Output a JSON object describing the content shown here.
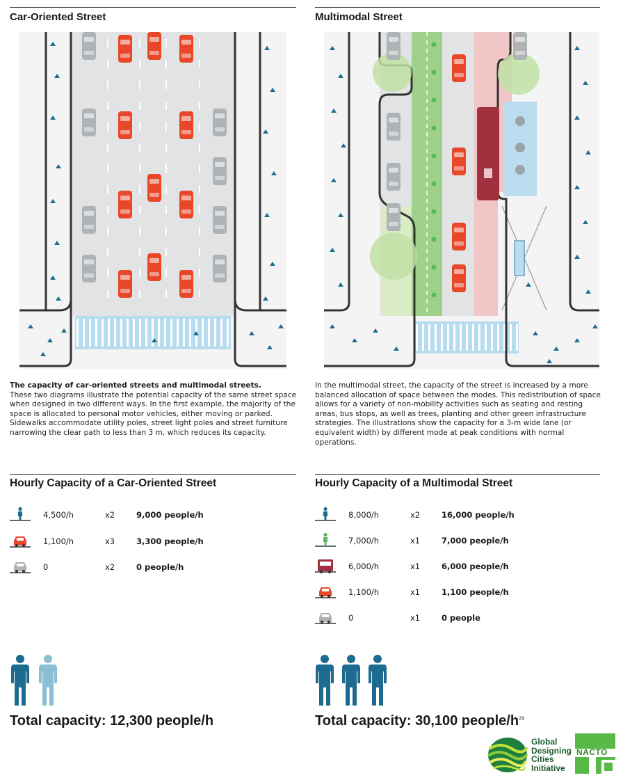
{
  "left": {
    "heading": "Car-Oriented Street",
    "caption_bold": "The capacity of car-oriented streets and multimodal streets.",
    "caption_body": "These two diagrams illustrate the potential capacity of the same street space when designed in two different ways. In the first example, the majority of the space is allocated to personal motor vehicles, either moving or parked. Sidewalks accommodate utility poles, street light poles and street furniture narrowing the clear path to less than 3 m, which reduces its capacity.",
    "capacity_title": "Hourly Capacity of a Car-Oriented Street",
    "rows": [
      {
        "mode": "pedestrian-icon",
        "rate": "4,500/h",
        "multiplier": "x2",
        "total": "9,000 people/h",
        "color": "#1d6c8f"
      },
      {
        "mode": "moving-car-icon",
        "rate": "1,100/h",
        "multiplier": "x3",
        "total": "3,300 people/h",
        "color": "#e8472a"
      },
      {
        "mode": "parked-car-icon",
        "rate": "0",
        "multiplier": "x2",
        "total": "0 people/h",
        "color": "#b0b3b5"
      }
    ],
    "total_label": "Total capacity: 12,300 people/h",
    "people_figures": 2
  },
  "right": {
    "heading": "Multimodal Street",
    "caption_body": "In the multimodal street, the capacity of the street is increased by a more balanced allocation of space between the modes. This redistribution of space allows for a variety of non-mobility activities such as seating and resting areas, bus stops, as well as trees, planting and other green infrastructure strategies. The illustrations show the capacity for a 3-m wide lane (or equivalent width) by different mode at peak conditions with normal operations.",
    "capacity_title": "Hourly Capacity of a Multimodal Street",
    "rows": [
      {
        "mode": "pedestrian-icon",
        "rate": "8,000/h",
        "multiplier": "x2",
        "total": "16,000 people/h",
        "color": "#1d6c8f"
      },
      {
        "mode": "cyclist-icon",
        "rate": "7,000/h",
        "multiplier": "x1",
        "total": "7,000 people/h",
        "color": "#5bb85c"
      },
      {
        "mode": "bus-icon",
        "rate": "6,000/h",
        "multiplier": "x1",
        "total": "6,000 people/h",
        "color": "#a3303f"
      },
      {
        "mode": "moving-car-icon",
        "rate": "1,100/h",
        "multiplier": "x1",
        "total": "1,100 people/h",
        "color": "#e8472a"
      },
      {
        "mode": "parked-car-icon",
        "rate": "0",
        "multiplier": "x1",
        "total": "0 people",
        "color": "#b0b3b5"
      }
    ],
    "total_label": "Total capacity: 30,100 people/h",
    "total_footnote": "29",
    "people_figures": 3
  },
  "logos": {
    "gdci_line1": "Global",
    "gdci_line2": "Designing",
    "gdci_line3": "Cities",
    "gdci_line4": "Initiative",
    "nacto": "NACTO"
  },
  "colors": {
    "pedestrian": "#1d6c8f",
    "pedestrian_light": "#8bbfd3",
    "car": "#e8472a",
    "parked_car": "#b0b3b5",
    "bike_lane": "#9ed28a",
    "bus_lane": "#f2c6c6",
    "bus": "#a3303f",
    "roadway": "#e2e3e4",
    "sidewalk": "#f4f4f4",
    "crosswalk": "#b7dbef",
    "tree": "#bfe0a4",
    "seating": "#bcdcef"
  }
}
